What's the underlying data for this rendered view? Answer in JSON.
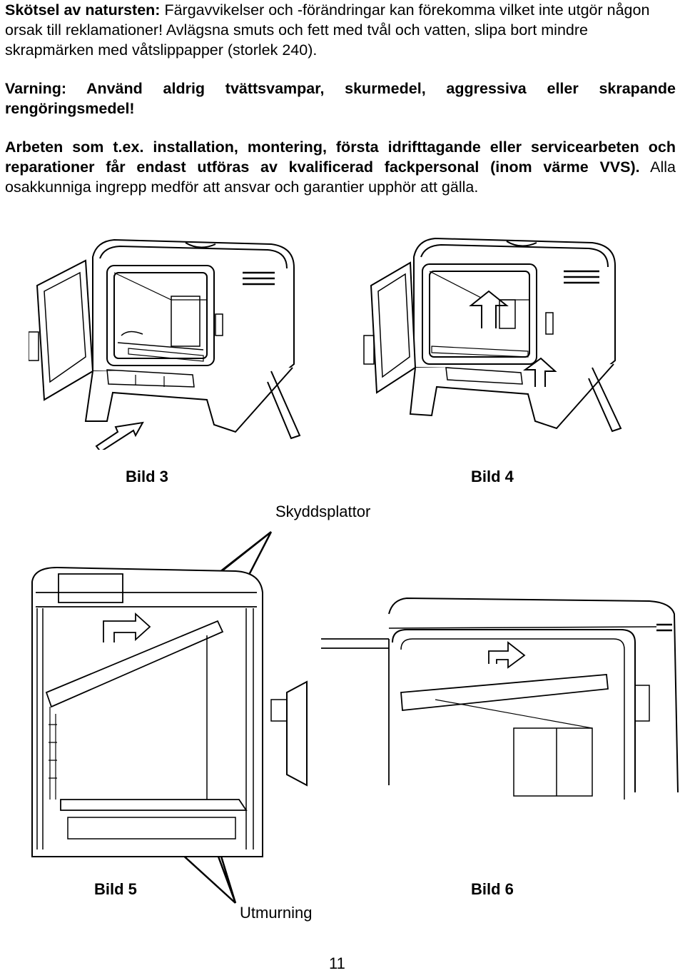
{
  "text": {
    "p1_bold": "Skötsel av natursten:",
    "p1_rest": " Färgavvikelser och -förändringar kan förekomma vilket inte utgör någon orsak till reklamationer! Avlägsna smuts och fett med tvål och vatten, slipa bort mindre skrapmärken med våtslippapper (storlek 240).",
    "p2": "Varning: Använd aldrig tvättsvampar, skurmedel, aggressiva eller skrapande rengöringsmedel!",
    "p3_bold": "Arbeten som t.ex. installation, montering, första idrifttagande eller servicearbeten och reparationer får endast utföras av kvalificerad fackpersonal (inom värme VVS).",
    "p3_rest": " Alla osakkunniga ingrepp medför att ansvar och garantier upphör att gälla."
  },
  "figures": {
    "bild3": "Bild 3",
    "bild4": "Bild 4",
    "bild5": "Bild 5",
    "bild6": "Bild 6",
    "label_top": "Skyddsplattor",
    "label_bottom": "Utmurning"
  },
  "page_number": "11"
}
